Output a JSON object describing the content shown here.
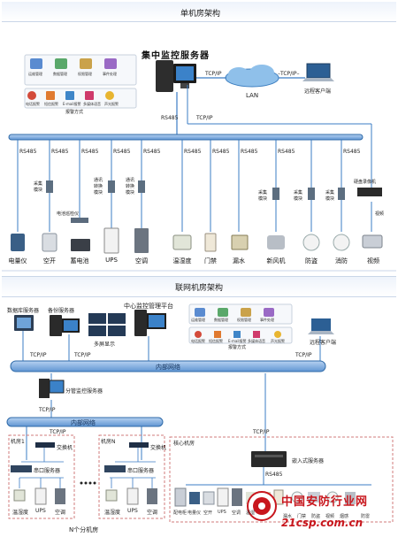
{
  "section1": {
    "title": "单机房架构",
    "server_title": "集中监控服务器",
    "lan": "LAN",
    "tcpip_a": "TCP/IP",
    "tcpip_b": "–TCP/IP–",
    "tcpip_c": "TCP/IP",
    "rs485_main": "RS485",
    "remote_client": "远程客户端",
    "alarm_caption": "报警方式",
    "tool_labels": [
      "运维管理",
      "数据管理",
      "权限管理",
      "事件处理"
    ],
    "alarm_labels": [
      "电话报警",
      "短信报警",
      "E-mail报警",
      "多媒体语音",
      "声光报警"
    ],
    "bus_labels": [
      "RS485",
      "RS485",
      "RS485",
      "RS485",
      "RS485",
      "RS485",
      "RS485",
      "RS485",
      "RS485",
      "RS485"
    ],
    "module_labels": {
      "collect1": "采集\n模块",
      "convert1": "通讯\n转换\n模块",
      "convert2": "通讯\n转换\n模块",
      "collect2": "采集\n模块",
      "collect3": "采集\n模块",
      "collect4": "采集\n模块",
      "dvr": "硬盘录像机"
    },
    "battery_meter": "电池巡检仪",
    "video_in": "视频",
    "devices": [
      "电量仪",
      "空开",
      "蓄电池",
      "UPS",
      "空调",
      "温湿度",
      "门禁",
      "漏水",
      "新风机",
      "防盗",
      "消防",
      "视频"
    ]
  },
  "section2": {
    "title": "联网机房架构",
    "db_server": "数据库服务器",
    "backup_server": "备份服务器",
    "platform": "中心监控管理平台",
    "multi_display": "多屏显示",
    "remote_client": "远程客户端",
    "alarm_caption": "报警方式",
    "tool_labels": [
      "运维管理",
      "数据管理",
      "权限管理",
      "事件处理"
    ],
    "alarm_labels": [
      "电话报警",
      "短信报警",
      "E-mail报警",
      "多媒体语音",
      "声光报警"
    ],
    "tcpip_1": "TCP/IP",
    "tcpip_2": "TCP/IP",
    "tcpip_3": "TCP/IP",
    "intranet": "内部网络",
    "branch_server": "分管监控服务器",
    "tcpip_4": "TCP/IP",
    "local_net": "内部网络",
    "tcpip_5": "TCP/IP",
    "tcpip_6": "TCP/IP",
    "room1": "机房1",
    "roomN": "机房N",
    "switch1": "交换机",
    "switch2": "交换机",
    "serial1": "串口服务器",
    "serial2": "串口服务器",
    "room1_devices": [
      "温湿度",
      "UPS",
      "空调"
    ],
    "roomN_devices": [
      "温湿度",
      "UPS",
      "空调"
    ],
    "n_rooms": "N个分机房",
    "core_room": "核心机房",
    "embedded_server": "嵌入式服务器",
    "rs485": "RS485",
    "core_devices": [
      "配电柜",
      "电量仪",
      "空开",
      "UPS",
      "空调",
      "温湿",
      "漏水",
      "门禁",
      "防盗",
      "视频",
      "烟感",
      "防雷"
    ]
  },
  "watermark": {
    "name": "中国安防行业网",
    "url": "21csp.com.cn"
  },
  "colors": {
    "bus": "#3b7cc4",
    "band": "#eef3fb",
    "logo": "#c8161d"
  }
}
